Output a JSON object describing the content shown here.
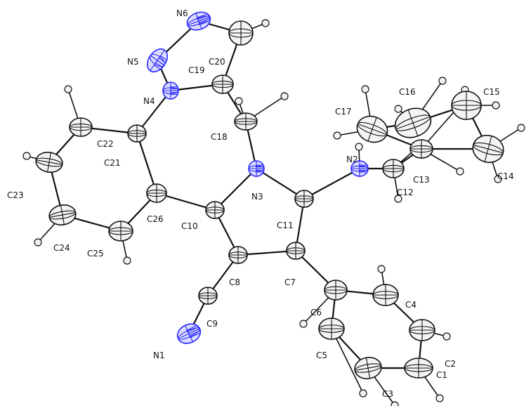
{
  "molecule": {
    "atoms": [
      {
        "label": "N6",
        "element": "N"
      },
      {
        "label": "N5",
        "element": "N"
      },
      {
        "label": "C20",
        "element": "C"
      },
      {
        "label": "C19",
        "element": "C"
      },
      {
        "label": "N4",
        "element": "N"
      },
      {
        "label": "C22",
        "element": "C"
      },
      {
        "label": "C21",
        "element": "C"
      },
      {
        "label": "C23",
        "element": "C"
      },
      {
        "label": "C24",
        "element": "C"
      },
      {
        "label": "C25",
        "element": "C"
      },
      {
        "label": "C26",
        "element": "C"
      },
      {
        "label": "C18",
        "element": "C"
      },
      {
        "label": "N3",
        "element": "N"
      },
      {
        "label": "C10",
        "element": "C"
      },
      {
        "label": "C11",
        "element": "C"
      },
      {
        "label": "C8",
        "element": "C"
      },
      {
        "label": "C7",
        "element": "C"
      },
      {
        "label": "C9",
        "element": "C"
      },
      {
        "label": "N1",
        "element": "N"
      },
      {
        "label": "C6",
        "element": "C"
      },
      {
        "label": "C5",
        "element": "C"
      },
      {
        "label": "C4",
        "element": "C"
      },
      {
        "label": "C3",
        "element": "C"
      },
      {
        "label": "C2",
        "element": "C"
      },
      {
        "label": "C1",
        "element": "C"
      },
      {
        "label": "N2",
        "element": "N"
      },
      {
        "label": "C12",
        "element": "C"
      },
      {
        "label": "C13",
        "element": "C"
      },
      {
        "label": "C17",
        "element": "C"
      },
      {
        "label": "C16",
        "element": "C"
      },
      {
        "label": "C15",
        "element": "C"
      },
      {
        "label": "C14",
        "element": "C"
      }
    ],
    "bonds": [
      [
        "N6",
        "N5"
      ],
      [
        "N6",
        "C20"
      ],
      [
        "N5",
        "N4"
      ],
      [
        "C20",
        "C19"
      ],
      [
        "C19",
        "N4"
      ],
      [
        "C19",
        "C18"
      ],
      [
        "C18",
        "N3"
      ],
      [
        "N4",
        "C21"
      ],
      [
        "C21",
        "C22"
      ],
      [
        "C22",
        "C23"
      ],
      [
        "C23",
        "C24"
      ],
      [
        "C24",
        "C25"
      ],
      [
        "C25",
        "C26"
      ],
      [
        "C26",
        "C21"
      ],
      [
        "C26",
        "C10"
      ],
      [
        "C10",
        "N3"
      ],
      [
        "N3",
        "C11"
      ],
      [
        "C11",
        "C7"
      ],
      [
        "C7",
        "C8"
      ],
      [
        "C8",
        "C10"
      ],
      [
        "C8",
        "C9"
      ],
      [
        "C9",
        "N1"
      ],
      [
        "C7",
        "C6"
      ],
      [
        "C6",
        "C5"
      ],
      [
        "C5",
        "C3"
      ],
      [
        "C3",
        "C1"
      ],
      [
        "C1",
        "C2"
      ],
      [
        "C2",
        "C4"
      ],
      [
        "C4",
        "C6"
      ],
      [
        "C11",
        "N2"
      ],
      [
        "N2",
        "C12"
      ],
      [
        "C12",
        "C13"
      ],
      [
        "C13",
        "C17"
      ],
      [
        "C17",
        "C16"
      ],
      [
        "C16",
        "C15"
      ],
      [
        "C15",
        "C14"
      ],
      [
        "C14",
        "C13"
      ]
    ],
    "hydrogen_count": 26
  }
}
